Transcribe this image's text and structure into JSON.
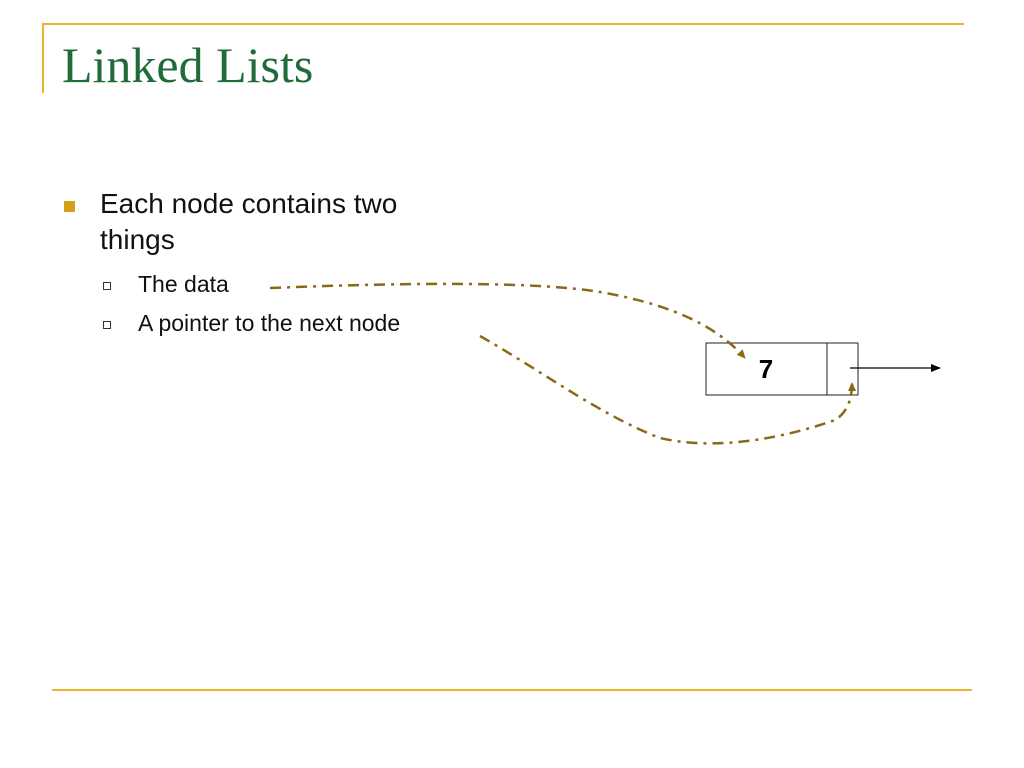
{
  "slide": {
    "title": "Linked Lists",
    "bullet": "Each node contains two things",
    "subitems": [
      "The data",
      "A pointer to the next node"
    ]
  },
  "node": {
    "value": "7"
  },
  "colors": {
    "accent": "#e6b628",
    "title": "#1f6b3a",
    "bullet": "#d4a017",
    "annotation_arrow": "#8b6914"
  }
}
